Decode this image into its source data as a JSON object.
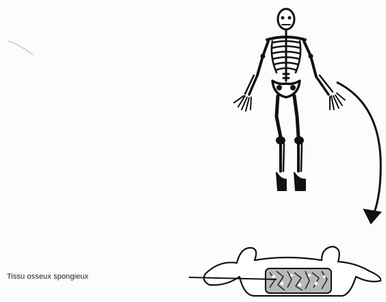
{
  "labels": {
    "spongy_bone": "Tissu osseux spongieux"
  },
  "figure_parts": [
    "skeleton-figure",
    "arrow",
    "vertebra",
    "spongy-bone-region"
  ]
}
